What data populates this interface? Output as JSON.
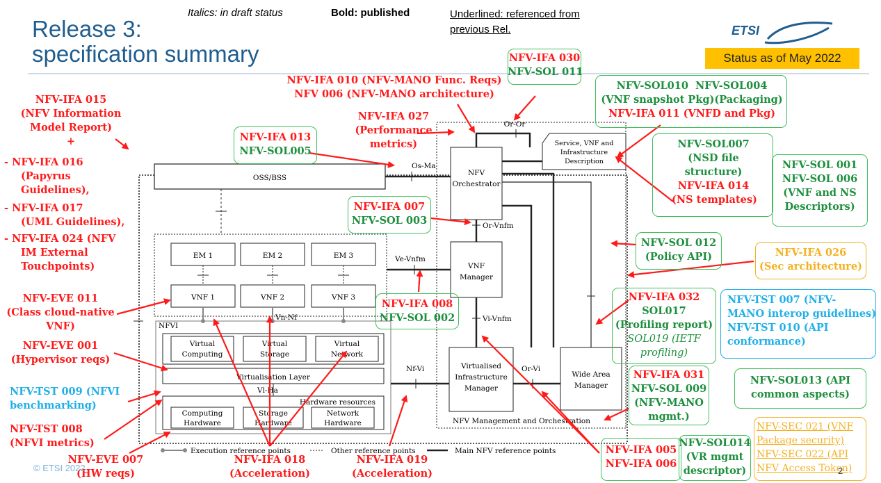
{
  "header": {
    "title_line1": "Release 3:",
    "title_line2": "specification summary",
    "legend_italic": "Italics: in draft status",
    "legend_bold": "Bold: published",
    "legend_underlined_line1": "Underlined: referenced from",
    "legend_underlined_line2": "previous Rel.",
    "status": "Status as of May 2022",
    "logo_text": "ETSI"
  },
  "footer": {
    "copyright": "© ETSI 2022",
    "page": "2"
  },
  "arch": {
    "oss_bss": "OSS/BSS",
    "em1": "EM 1",
    "em2": "EM 2",
    "em3": "EM 3",
    "vnf1": "VNF 1",
    "vnf2": "VNF 2",
    "vnf3": "VNF 3",
    "nfvi": "NFVI",
    "virtual_computing_1": "Virtual",
    "virtual_computing_2": "Computing",
    "virtual_storage_1": "Virtual",
    "virtual_storage_2": "Storage",
    "virtual_network_1": "Virtual",
    "virtual_network_2": "Network",
    "virtualisation_layer": "Virtualisation Layer",
    "hardware_resources": "Hardware resources",
    "computing_hw_1": "Computing",
    "computing_hw_2": "Hardware",
    "storage_hw_1": "Storage",
    "storage_hw_2": "Hardware",
    "network_hw_1": "Network",
    "network_hw_2": "Hardware",
    "orchestrator_1": "NFV",
    "orchestrator_2": "Orchestrator",
    "vnf_manager_1": "VNF",
    "vnf_manager_2": "Manager",
    "vim_1": "Virtualised",
    "vim_2": "Infrastructure",
    "vim_3": "Manager",
    "wam_1": "Wide Area",
    "wam_2": "Manager",
    "service_desc_1": "Service, VNF and",
    "service_desc_2": "Infrastructure",
    "service_desc_3": "Description",
    "mano_label": "NFV Management and Orchestration",
    "ref_or_or": "Or-Or",
    "ref_os_ma": "Os-Ma",
    "ref_or_vnfm": "Or-Vnfm",
    "ref_ve_vnfm": "Ve-Vnfm",
    "ref_vi_vnfm": "Vi-Vnfm",
    "ref_vn_nf": "Vn-Nf",
    "ref_nf_vi": "Nf-Vi",
    "ref_or_vi": "Or-Vi",
    "ref_vi_ha": "Vl-Ha",
    "legend_exec": "Execution reference points",
    "legend_other": "Other reference points",
    "legend_main": "Main NFV reference points"
  },
  "labels": {
    "ifa015": [
      "NFV-IFA 015",
      "(NFV Information",
      "Model Report)",
      "+"
    ],
    "ifa016": [
      "- NFV-IFA 016",
      "(Papyrus",
      "Guidelines),"
    ],
    "ifa017": [
      "- NFV-IFA 017",
      "(UML Guidelines),"
    ],
    "ifa024": [
      "- NFV-IFA 024 (NFV",
      "IM External",
      "Touchpoints)"
    ],
    "eve011": [
      "NFV-EVE 011",
      "(Class cloud-native",
      "VNF)"
    ],
    "eve001": [
      "NFV-EVE 001",
      "(Hypervisor reqs)"
    ],
    "tst009": [
      "NFV-TST 009 (NFVI",
      "benchmarking)"
    ],
    "tst008": [
      "NFV-TST 008",
      "(NFVI metrics)"
    ],
    "eve007": [
      "NFV-EVE 007",
      "(HW reqs)"
    ],
    "ifa018": [
      "NFV-IFA 018",
      "(Acceleration)"
    ],
    "ifa019": [
      "NFV-IFA 019",
      "(Acceleration)"
    ],
    "ifa010": "NFV-IFA 010 (NFV-MANO Func. Reqs)",
    "nfv006": "NFV 006 (NFV-MANO architecture)",
    "ifa027": [
      "NFV-IFA 027",
      "(Performance",
      "metrics)"
    ],
    "ifa013": "NFV-IFA 013",
    "sol005": "NFV-SOL005",
    "ifa030": "NFV-IFA 030",
    "sol011": "NFV-SOL 011",
    "sol010": "NFV-SOL010",
    "sol004": "NFV-SOL004",
    "sol010_desc": "(VNF snapshot Pkg)",
    "sol004_desc": "(Packaging)",
    "ifa011": "NFV-IFA 011 (VNFD and Pkg)",
    "sol007": "NFV-SOL007",
    "sol007_desc": [
      "(NSD file",
      "structure)"
    ],
    "ifa014": [
      "NFV-IFA 014",
      "(NS templates)"
    ],
    "sol001": [
      "NFV-SOL 001",
      "NFV-SOL 006",
      "(VNF and NS",
      "Descriptors)"
    ],
    "ifa007": "NFV-IFA 007",
    "sol003": "NFV-SOL 003",
    "ifa008": "NFV-IFA 008",
    "sol002": "NFV-SOL 002",
    "sol012": [
      "NFV-SOL 012",
      "(Policy API)"
    ],
    "ifa026": [
      "NFV-IFA 026",
      "(Sec architecture)"
    ],
    "ifa032": "NFV-IFA 032",
    "sol017": [
      "SOL017",
      "(Profiling report)"
    ],
    "sol019": [
      "SOL019 (IETF",
      "profiling)"
    ],
    "tst007": [
      "NFV-TST 007 (NFV-",
      "MANO interop guidelines)",
      "NFV-TST 010 (API",
      "conformance)"
    ],
    "ifa031": "NFV-IFA 031",
    "sol009": [
      "NFV-SOL 009",
      "(NFV-MANO",
      "mgmt.)"
    ],
    "sol013": [
      "NFV-SOL013 (API",
      "common aspects)"
    ],
    "ifa005": "NFV-IFA 005",
    "ifa006": "NFV-IFA 006",
    "sol014": [
      "NFV-SOL014",
      "(VR mgmt",
      "descriptor)"
    ],
    "sec021": [
      "NFV-SEC 021 (VNF",
      "Package security)"
    ],
    "sec022": [
      "NFV-SEC 022 (API",
      "NFV Access Token)"
    ]
  },
  "colors": {
    "red": "#ff1a1a",
    "green": "#1d8f3d",
    "blue": "#20b0e8",
    "orange": "#f5b021",
    "title": "#1f5d8f",
    "status_bg": "#ffc000"
  }
}
